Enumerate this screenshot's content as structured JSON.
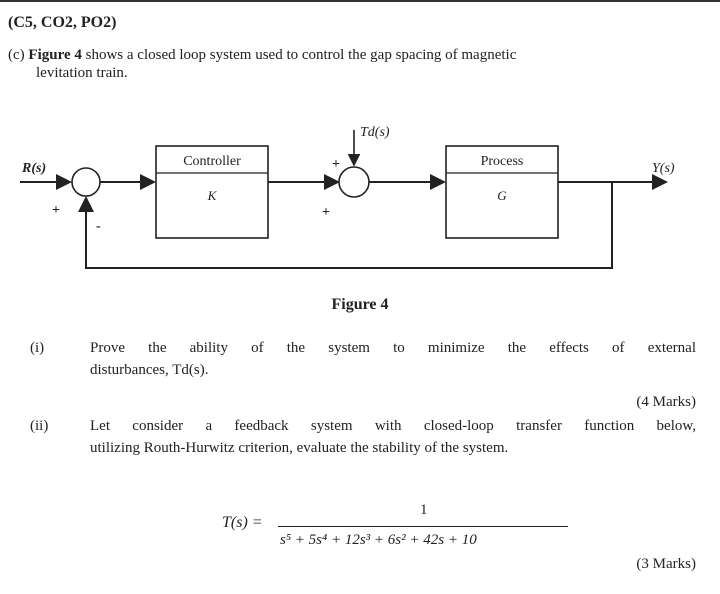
{
  "header": "(C5, CO2, PO2)",
  "part_c": {
    "prefix": "(c)",
    "figure_ref": "Figure 4",
    "text1": " shows a closed loop system used to control the gap spacing of magnetic",
    "text2": "levitation train."
  },
  "diagram": {
    "input_label": "R(s)",
    "output_label": "Y(s)",
    "disturbance_label": "Td(s)",
    "controller_title": "Controller",
    "controller_gain": "K",
    "process_title": "Process",
    "process_gain": "G",
    "sign_input_plus": "+",
    "sign_feedback_minus": "-",
    "sign_dist_plus": "+",
    "sign_ctrl_plus": "+"
  },
  "figure_caption": "Figure 4",
  "questions": [
    {
      "number": "(i)",
      "line1": "Prove the ability of the system to minimize the effects of external",
      "line2": "disturbances, Td(s).",
      "marks": "(4 Marks)"
    },
    {
      "number": "(ii)",
      "line1": "Let consider a feedback system with closed-loop transfer function below,",
      "line2": "utilizing Routh-Hurwitz criterion, evaluate the stability of the system.",
      "marks": "(3 Marks)"
    }
  ],
  "equation": {
    "lhs": "T(s) =",
    "numerator": "1",
    "denominator": "s⁵ + 5s⁴ + 12s³ + 6s² + 42s + 10"
  }
}
